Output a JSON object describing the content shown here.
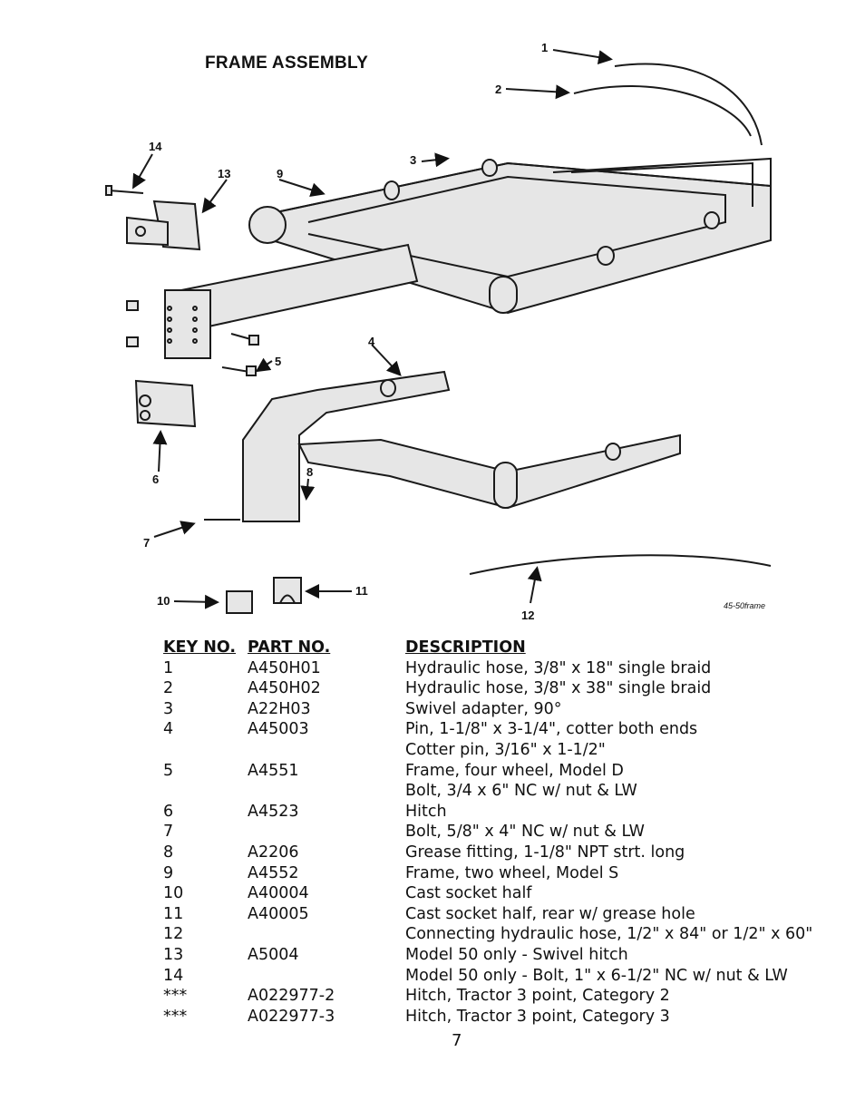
{
  "title": "FRAME ASSEMBLY",
  "image_ref": "45-50frame",
  "callouts": [
    "1",
    "2",
    "3",
    "4",
    "5",
    "6",
    "7",
    "8",
    "9",
    "10",
    "11",
    "12",
    "13",
    "14"
  ],
  "table": {
    "headers": {
      "key": "KEY NO.",
      "part": "PART NO.",
      "desc": "DESCRIPTION"
    },
    "rows": [
      {
        "key": "1",
        "part": "A450H01",
        "desc": "Hydraulic hose, 3/8\" x 18\" single braid"
      },
      {
        "key": "2",
        "part": "A450H02",
        "desc": "Hydraulic hose, 3/8\" x 38\" single braid"
      },
      {
        "key": "3",
        "part": "A22H03",
        "desc": "Swivel adapter, 90°"
      },
      {
        "key": "4",
        "part": "A45003",
        "desc": "Pin, 1-1/8\" x 3-1/4\", cotter both ends"
      },
      {
        "key": "",
        "part": "",
        "desc": "Cotter pin, 3/16\" x 1-1/2\""
      },
      {
        "key": "5",
        "part": "A4551",
        "desc": "Frame, four wheel, Model D"
      },
      {
        "key": "",
        "part": "",
        "desc": "Bolt, 3/4 x 6\" NC w/ nut & LW"
      },
      {
        "key": "6",
        "part": "A4523",
        "desc": "Hitch"
      },
      {
        "key": "7",
        "part": "",
        "desc": "Bolt, 5/8\" x 4\" NC w/ nut & LW"
      },
      {
        "key": "8",
        "part": "A2206",
        "desc": "Grease fitting, 1-1/8\" NPT strt. long"
      },
      {
        "key": "9",
        "part": "A4552",
        "desc": "Frame, two wheel, Model S"
      },
      {
        "key": "10",
        "part": "A40004",
        "desc": "Cast socket half"
      },
      {
        "key": "11",
        "part": "A40005",
        "desc": "Cast socket half, rear w/ grease hole"
      },
      {
        "key": "12",
        "part": "",
        "desc": "Connecting hydraulic hose, 1/2\" x 84\" or 1/2\" x 60\""
      },
      {
        "key": "13",
        "part": "A5004",
        "desc": "Model 50 only - Swivel hitch"
      },
      {
        "key": "14",
        "part": "",
        "desc": "Model 50 only - Bolt, 1\" x 6-1/2\" NC w/ nut & LW"
      },
      {
        "key": " ***",
        "part": "A022977-2",
        "desc": "Hitch, Tractor 3 point, Category 2"
      },
      {
        "key": " ***",
        "part": "A022977-3",
        "desc": "Hitch, Tractor 3 point, Category 3"
      }
    ]
  },
  "page_number": "7"
}
